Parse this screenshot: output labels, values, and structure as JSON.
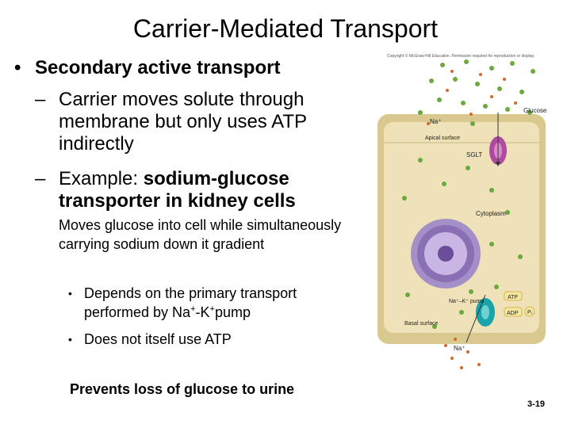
{
  "slide": {
    "title": "Carrier-Mediated Transport",
    "bullet_main": "Secondary active transport",
    "bullet_marker": "•",
    "dash_marker": "–",
    "dash1": "Carrier moves solute through membrane but only uses ATP indirectly",
    "dash2_prefix": "Example: ",
    "dash2_bold": "sodium-glucose transporter in kidney cells",
    "sub_text": "Moves glucose into cell while simultaneously carrying sodium down it gradient",
    "b3_1_pre": "Depends on the primary transport performed by Na",
    "b3_1_sup1": "+",
    "b3_1_mid": "-K",
    "b3_1_sup2": "+",
    "b3_1_post": "pump",
    "b3_2": "Does not itself use ATP",
    "prevents": "Prevents loss of glucose to urine",
    "page_number": "3-19"
  },
  "figure": {
    "copyright": "Copyright © McGraw-Hill Education. Permission required for reproduction or display.",
    "labels": {
      "glucose": "Glucose",
      "na_top": "Na⁺",
      "apical": "Apical surface",
      "sglt": "SGLT",
      "cytoplasm": "Cytoplasm",
      "nak_pump": "Na⁺–K⁺ pump",
      "atp": "ATP",
      "adp": "ADP",
      "pi": "Pᵢ",
      "basal": "Basal surface",
      "na_bottom": "Na⁺"
    },
    "colors": {
      "cell_fill": "#efe1b8",
      "cell_border": "#c9b98a",
      "glucose_dots": "#6aaa3c",
      "sodium_dots": "#d06a2a",
      "nucleus": "#8a6fb4",
      "sglt": "#b04aa0",
      "pump": "#1aa3a8"
    }
  }
}
